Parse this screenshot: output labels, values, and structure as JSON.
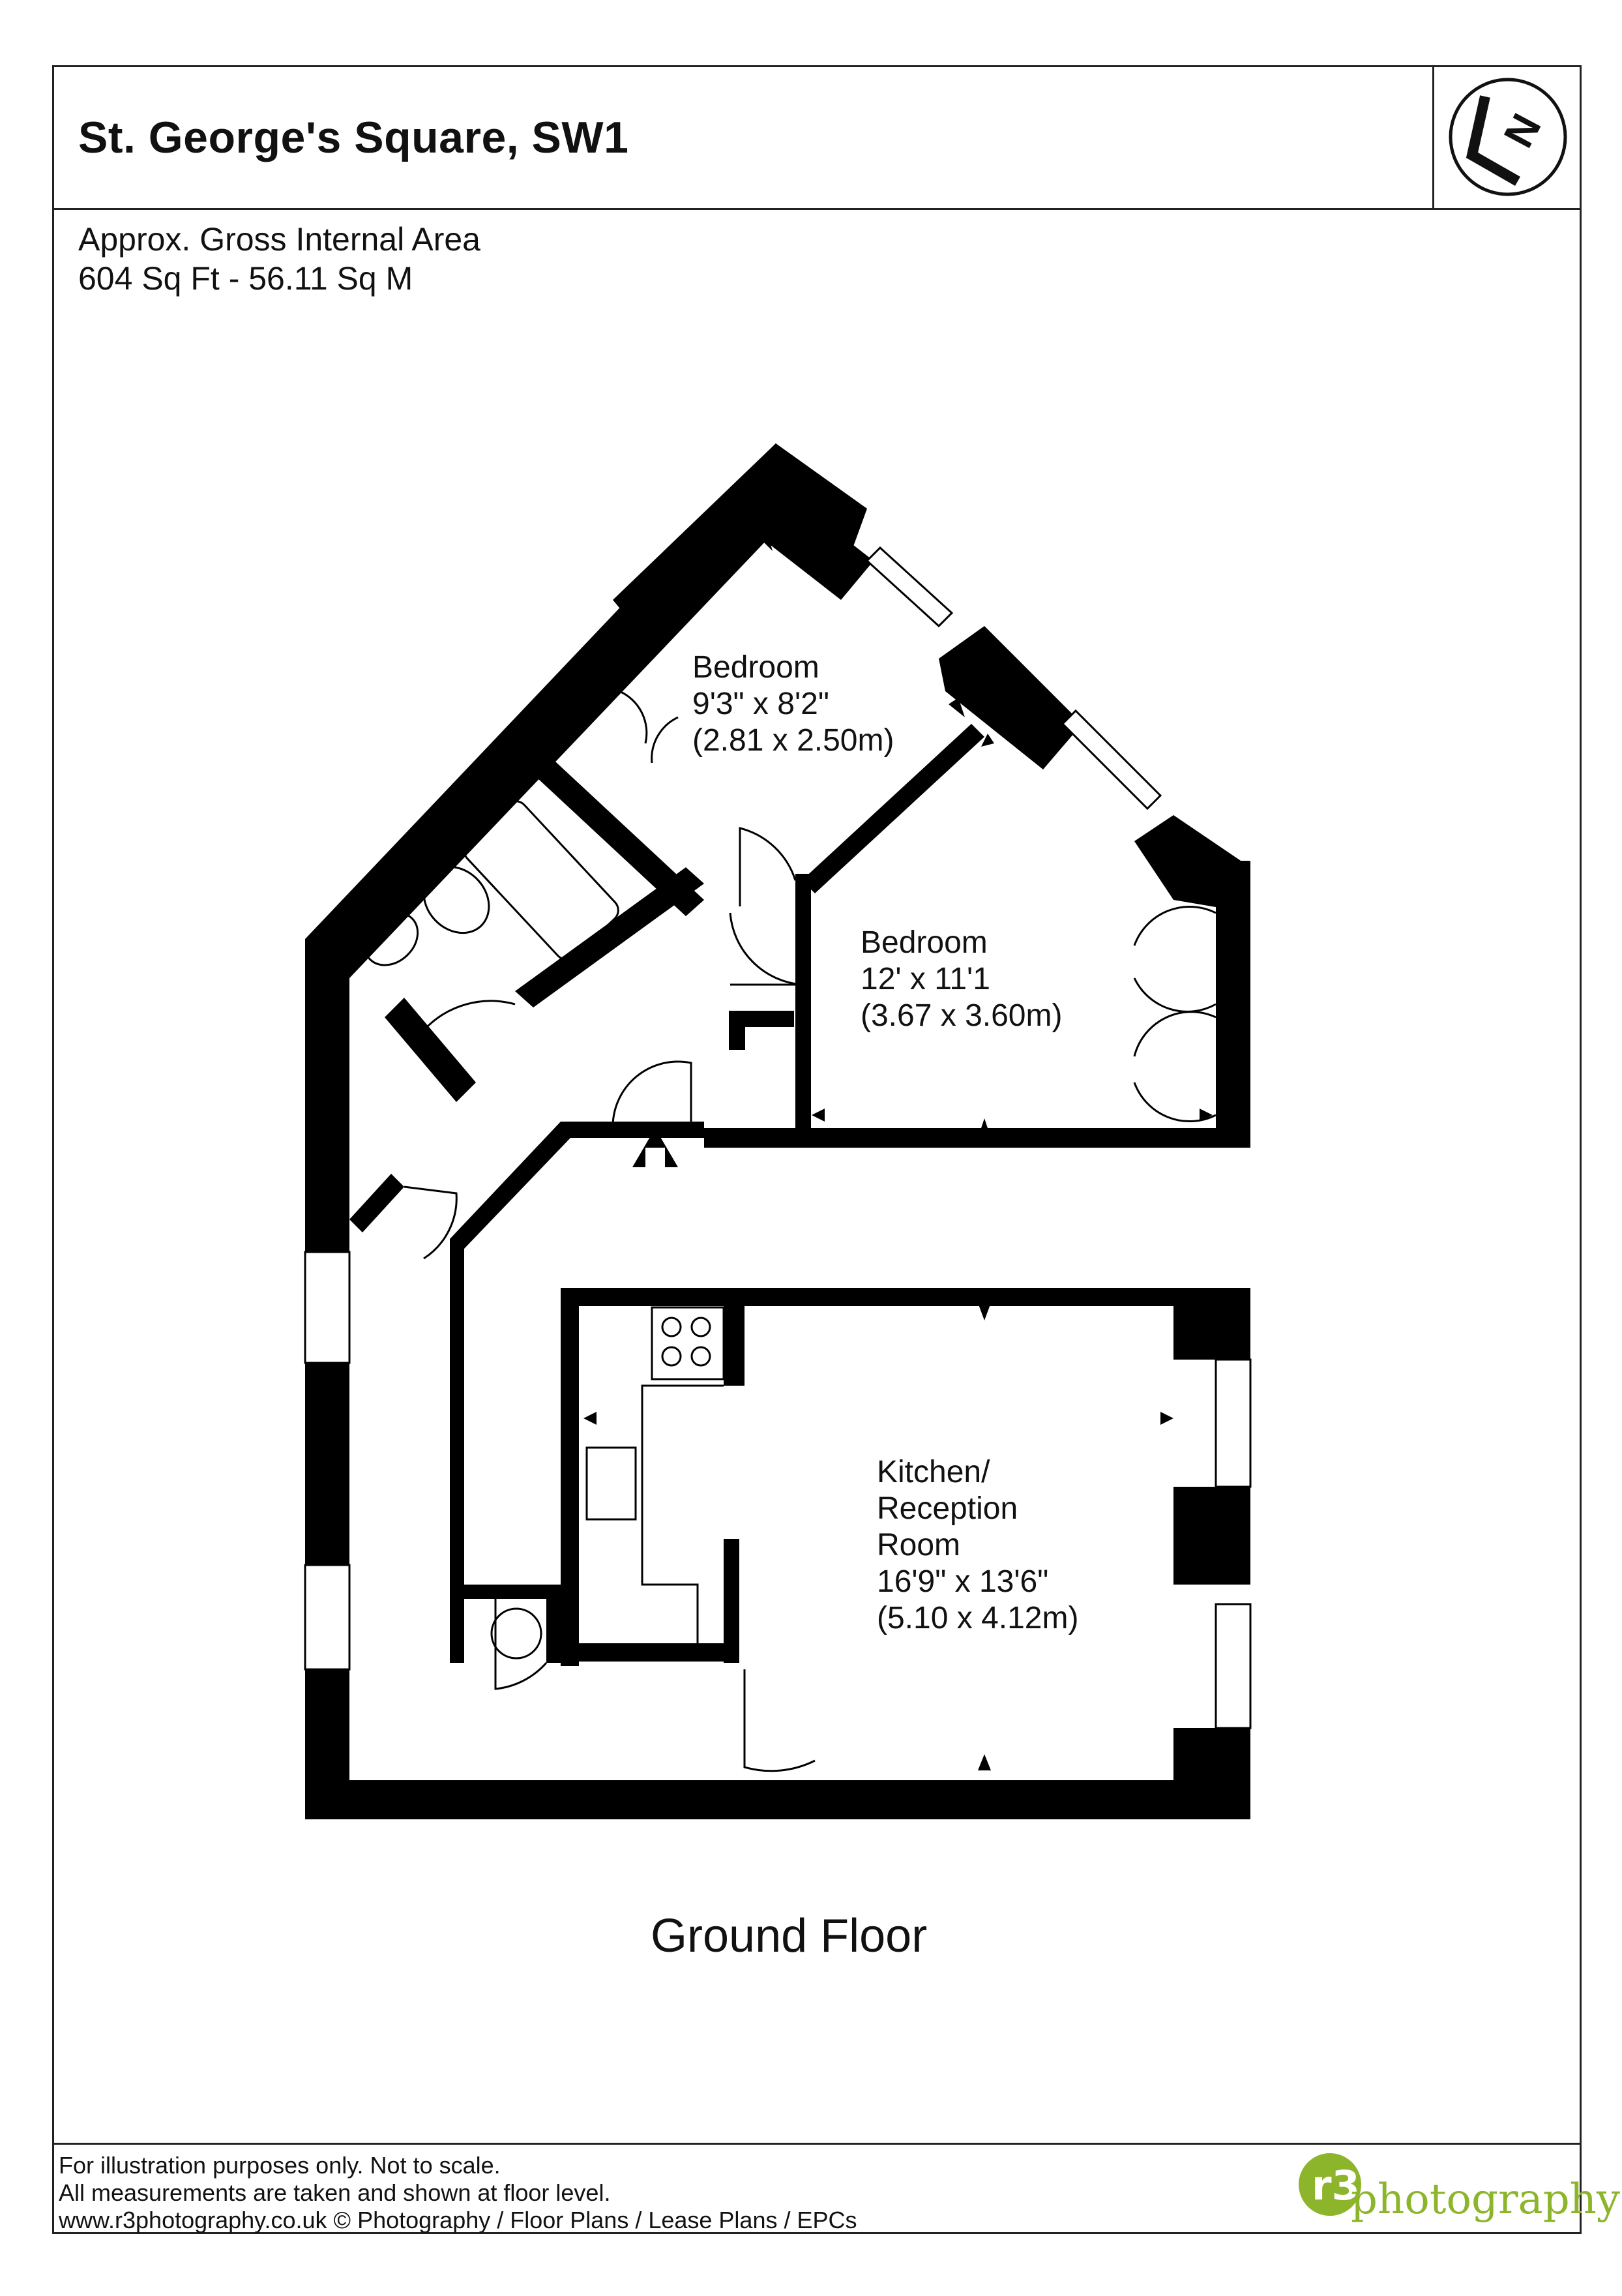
{
  "header": {
    "title": "St. George's Square, SW1",
    "compass_icon": "north-arrow-icon",
    "compass_letter": "N"
  },
  "area": {
    "line1": "Approx. Gross Internal Area",
    "line2": "604 Sq Ft  -  56.11 Sq M"
  },
  "rooms": [
    {
      "name": "Bedroom",
      "imperial": "9'3\" x 8'2\"",
      "metric": "(2.81 x 2.50m)"
    },
    {
      "name": "Bedroom",
      "imperial": "12' x 11'1",
      "metric": "(3.67 x 3.60m)"
    },
    {
      "name_line1": "Kitchen/",
      "name_line2": "Reception",
      "name_line3": "Room",
      "imperial": "16'9\" x 13'6\"",
      "metric": "(5.10 x 4.12m)"
    }
  ],
  "floor_label": "Ground Floor",
  "footer": {
    "line1": "For illustration purposes only. Not to scale.",
    "line2": "All measurements are taken and shown at floor level.",
    "line3": "www.r3photography.co.uk © Photography / Floor Plans / Lease Plans / EPCs",
    "logo_text": "photography",
    "logo_mark": "r3",
    "brand_color": "#8db52b"
  }
}
